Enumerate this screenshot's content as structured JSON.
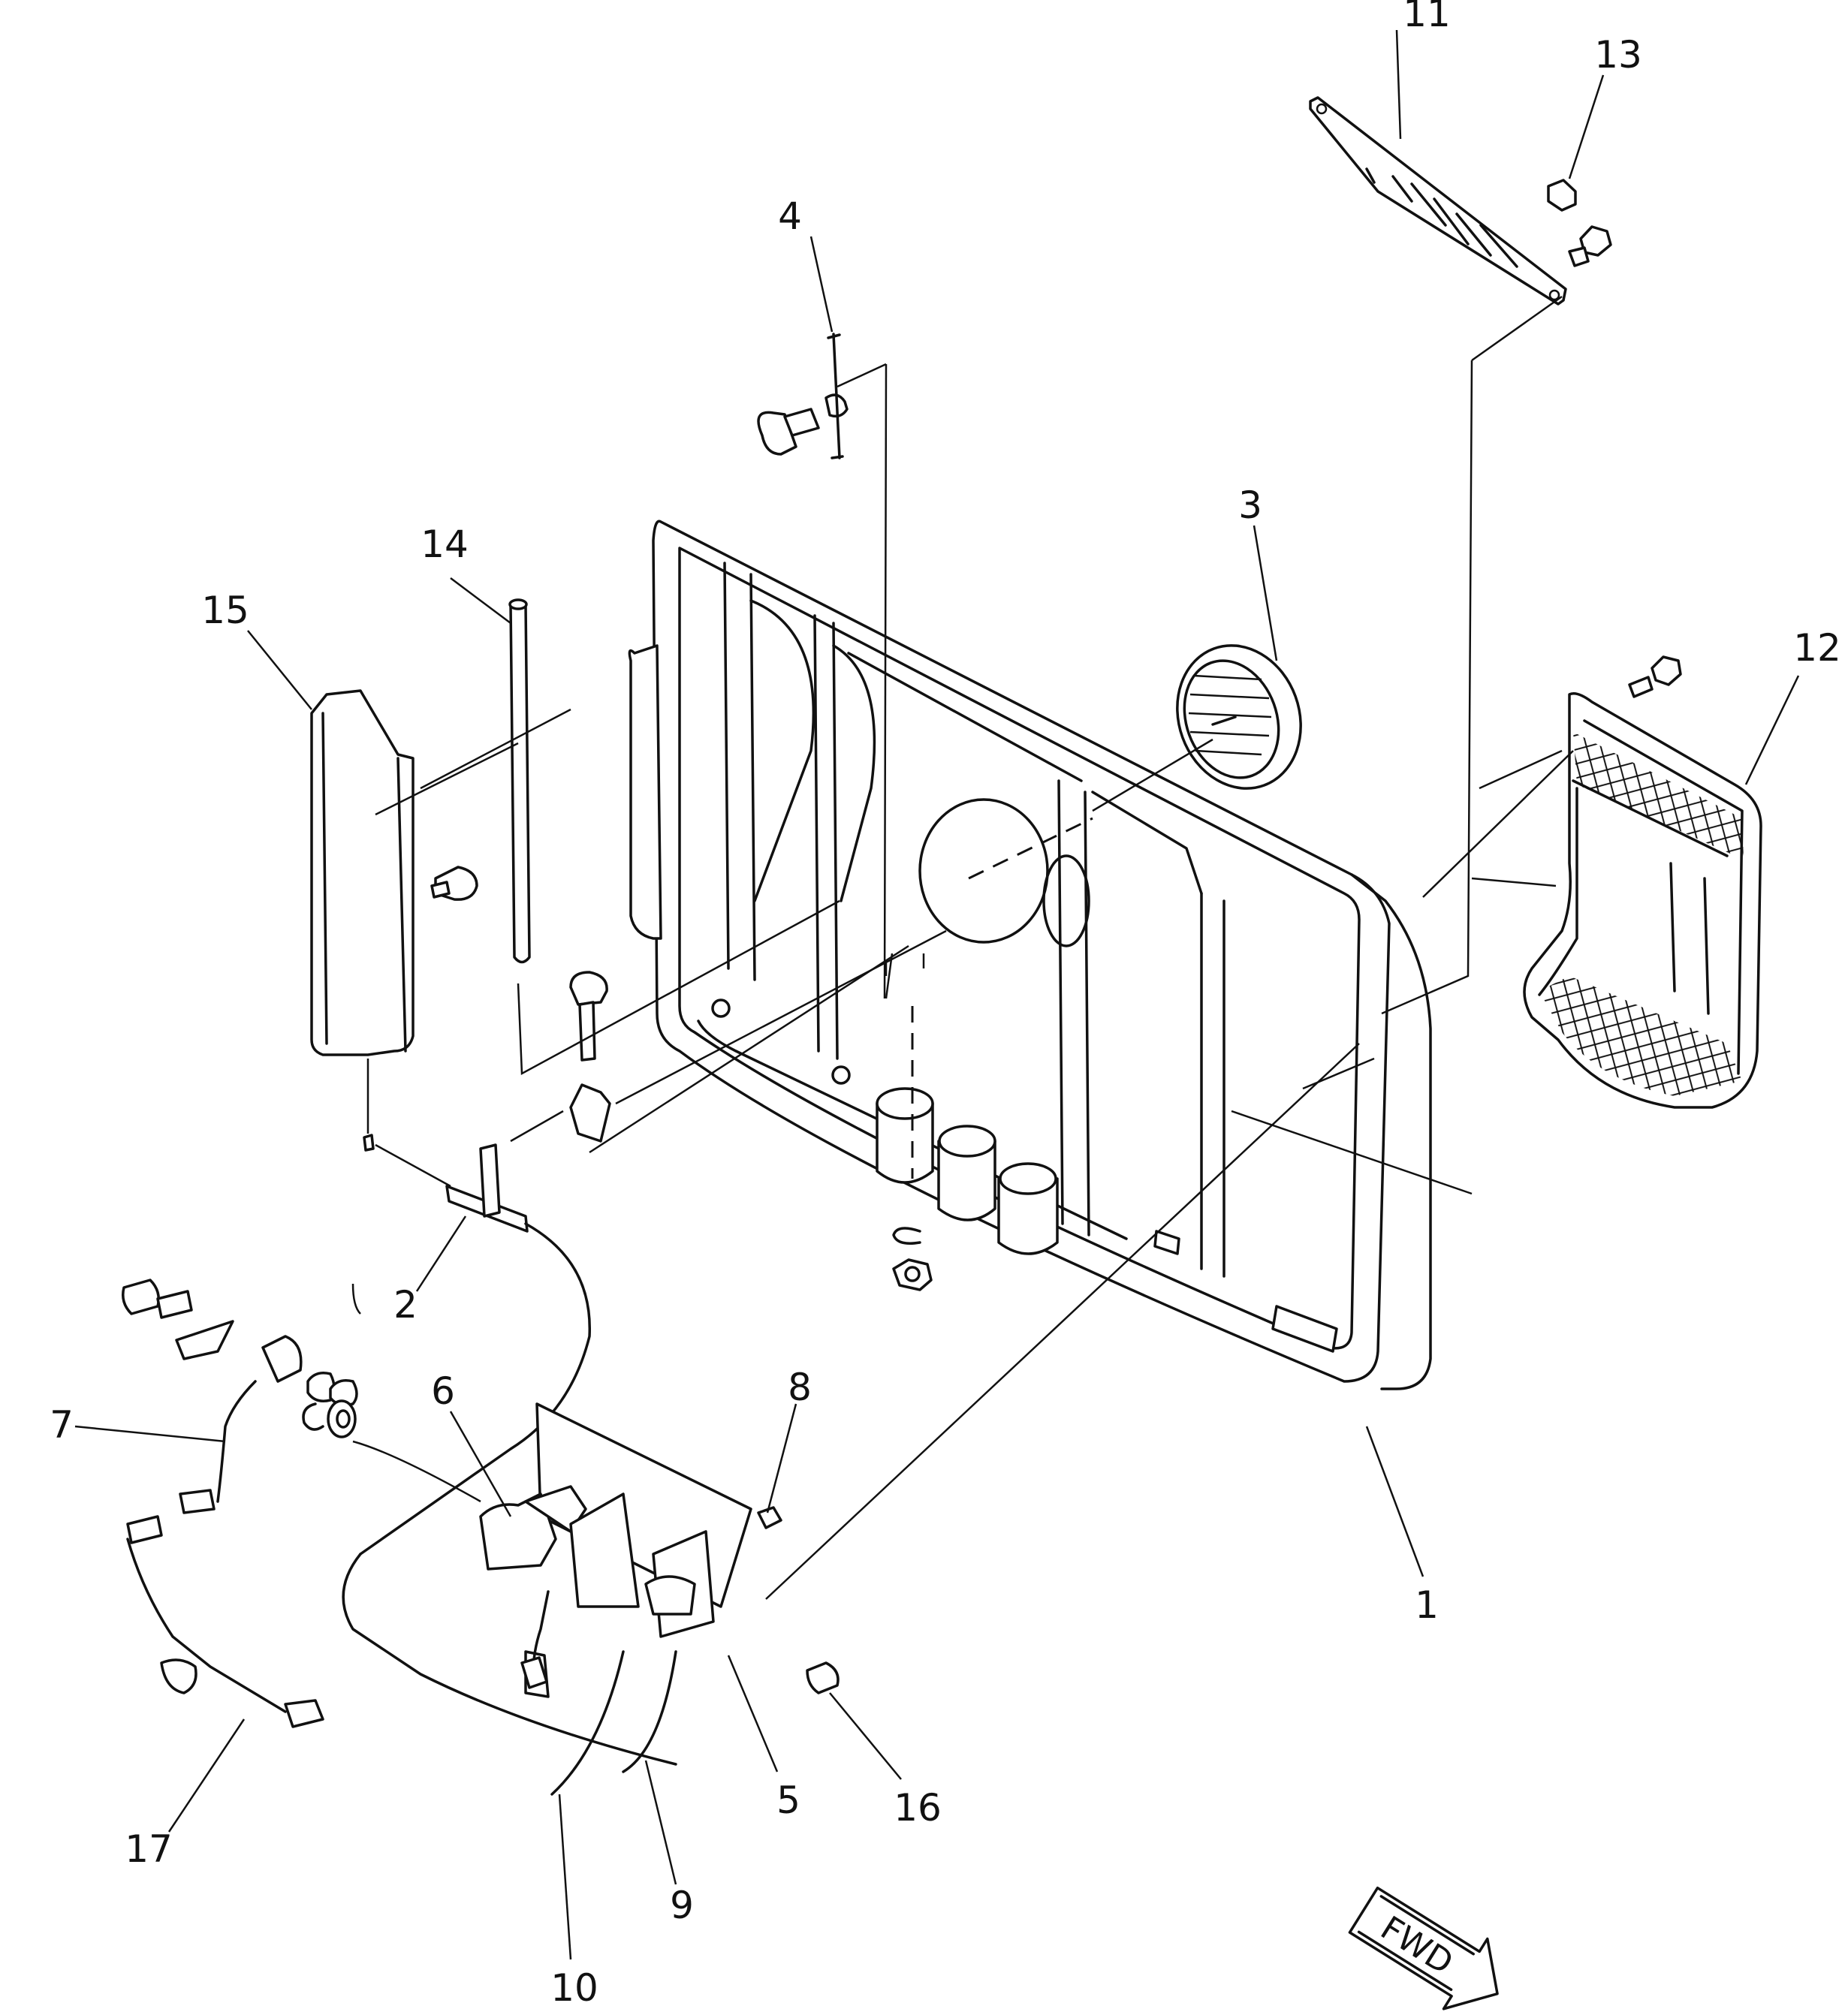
{
  "diagram": {
    "parts": [
      {
        "id": "1",
        "label": "1"
      },
      {
        "id": "2",
        "label": "2"
      },
      {
        "id": "3",
        "label": "3"
      },
      {
        "id": "4",
        "label": "4"
      },
      {
        "id": "5",
        "label": "5"
      },
      {
        "id": "6",
        "label": "6"
      },
      {
        "id": "7",
        "label": "7"
      },
      {
        "id": "8",
        "label": "8"
      },
      {
        "id": "9",
        "label": "9"
      },
      {
        "id": "10",
        "label": "10"
      },
      {
        "id": "11",
        "label": "11"
      },
      {
        "id": "12",
        "label": "12"
      },
      {
        "id": "13",
        "label": "13"
      },
      {
        "id": "14",
        "label": "14"
      },
      {
        "id": "15",
        "label": "15"
      },
      {
        "id": "16",
        "label": "16"
      },
      {
        "id": "17",
        "label": "17"
      }
    ],
    "direction_badge": "FWD"
  }
}
